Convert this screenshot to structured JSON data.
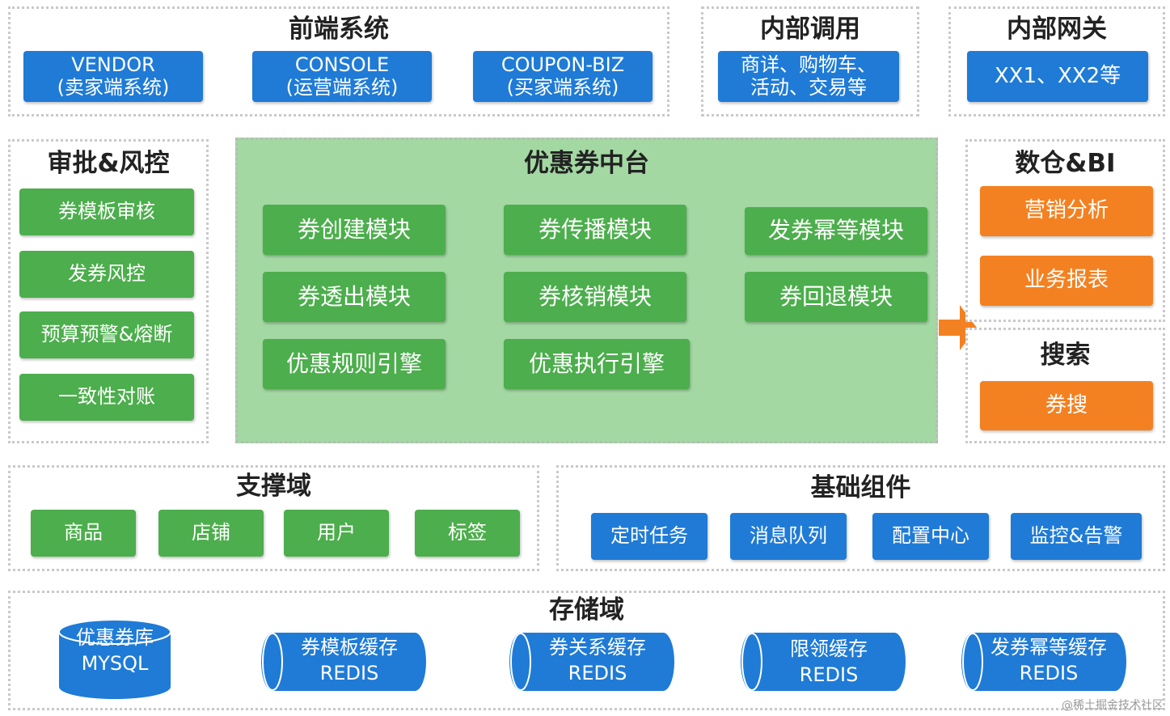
{
  "frontend": {
    "title": "前端系统",
    "items": [
      {
        "line1": "VENDOR",
        "line2": "(卖家端系统)"
      },
      {
        "line1": "CONSOLE",
        "line2": "(运营端系统)"
      },
      {
        "line1": "COUPON-BIZ",
        "line2": "(买家端系统)"
      }
    ]
  },
  "internal_call": {
    "title": "内部调用",
    "line1": "商详、购物车、",
    "line2": "活动、交易等"
  },
  "gateway": {
    "title": "内部网关",
    "item": "XX1、XX2等"
  },
  "approval": {
    "title": "审批&风控",
    "items": [
      "券模板审核",
      "发券风控",
      "预算预警&熔断",
      "一致性对账"
    ]
  },
  "center": {
    "title": "优惠券中台",
    "modules": [
      "券创建模块",
      "券传播模块",
      "发券幂等模块",
      "券透出模块",
      "券核销模块",
      "券回退模块",
      "优惠规则引擎",
      "优惠执行引擎"
    ]
  },
  "bi": {
    "title": "数仓&BI",
    "items": [
      "营销分析",
      "业务报表"
    ]
  },
  "search": {
    "title": "搜索",
    "item": "券搜"
  },
  "support": {
    "title": "支撑域",
    "items": [
      "商品",
      "店铺",
      "用户",
      "标签"
    ]
  },
  "basic": {
    "title": "基础组件",
    "items": [
      "定时任务",
      "消息队列",
      "配置中心",
      "监控&告警"
    ]
  },
  "storage": {
    "title": "存储域",
    "db": {
      "line1": "优惠券库",
      "line2": "MYSQL"
    },
    "caches": [
      {
        "line1": "券模板缓存",
        "line2": "REDIS"
      },
      {
        "line1": "券关系缓存",
        "line2": "REDIS"
      },
      {
        "line1": "限领缓存",
        "line2": "REDIS"
      },
      {
        "line1": "发券幂等缓存",
        "line2": "REDIS"
      }
    ]
  },
  "watermark": "@稀土掘金技术社区",
  "colors": {
    "blue": "#1f7bd6",
    "green": "#4cae4c",
    "orange": "#f48121",
    "center_bg": "#a3d8a3",
    "arrow": "#f48121"
  }
}
